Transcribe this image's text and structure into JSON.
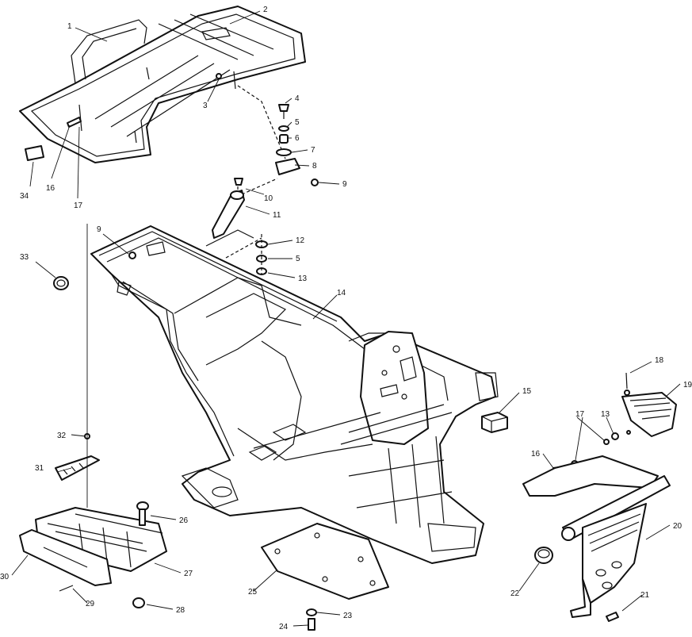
{
  "callouts": [
    {
      "id": "c1",
      "label": "1"
    },
    {
      "id": "c2",
      "label": "2"
    },
    {
      "id": "c3",
      "label": "3"
    },
    {
      "id": "c4",
      "label": "4"
    },
    {
      "id": "c5a",
      "label": "5"
    },
    {
      "id": "c6",
      "label": "6"
    },
    {
      "id": "c7",
      "label": "7"
    },
    {
      "id": "c8",
      "label": "8"
    },
    {
      "id": "c9a",
      "label": "9"
    },
    {
      "id": "c10",
      "label": "10"
    },
    {
      "id": "c11",
      "label": "11"
    },
    {
      "id": "c9b",
      "label": "9"
    },
    {
      "id": "c12",
      "label": "12"
    },
    {
      "id": "c5b",
      "label": "5"
    },
    {
      "id": "c13a",
      "label": "13"
    },
    {
      "id": "c33",
      "label": "33"
    },
    {
      "id": "c14",
      "label": "14"
    },
    {
      "id": "c34",
      "label": "34"
    },
    {
      "id": "c16a",
      "label": "16"
    },
    {
      "id": "c17a",
      "label": "17"
    },
    {
      "id": "c15",
      "label": "15"
    },
    {
      "id": "c18",
      "label": "18"
    },
    {
      "id": "c19",
      "label": "19"
    },
    {
      "id": "c17b",
      "label": "17"
    },
    {
      "id": "c13b",
      "label": "13"
    },
    {
      "id": "c16b",
      "label": "16"
    },
    {
      "id": "c20",
      "label": "20"
    },
    {
      "id": "c22",
      "label": "22"
    },
    {
      "id": "c21",
      "label": "21"
    },
    {
      "id": "c32",
      "label": "32"
    },
    {
      "id": "c31",
      "label": "31"
    },
    {
      "id": "c26",
      "label": "26"
    },
    {
      "id": "c30",
      "label": "30"
    },
    {
      "id": "c27",
      "label": "27"
    },
    {
      "id": "c29",
      "label": "29"
    },
    {
      "id": "c28",
      "label": "28"
    },
    {
      "id": "c25",
      "label": "25"
    },
    {
      "id": "c23",
      "label": "23"
    },
    {
      "id": "c24",
      "label": "24"
    }
  ]
}
